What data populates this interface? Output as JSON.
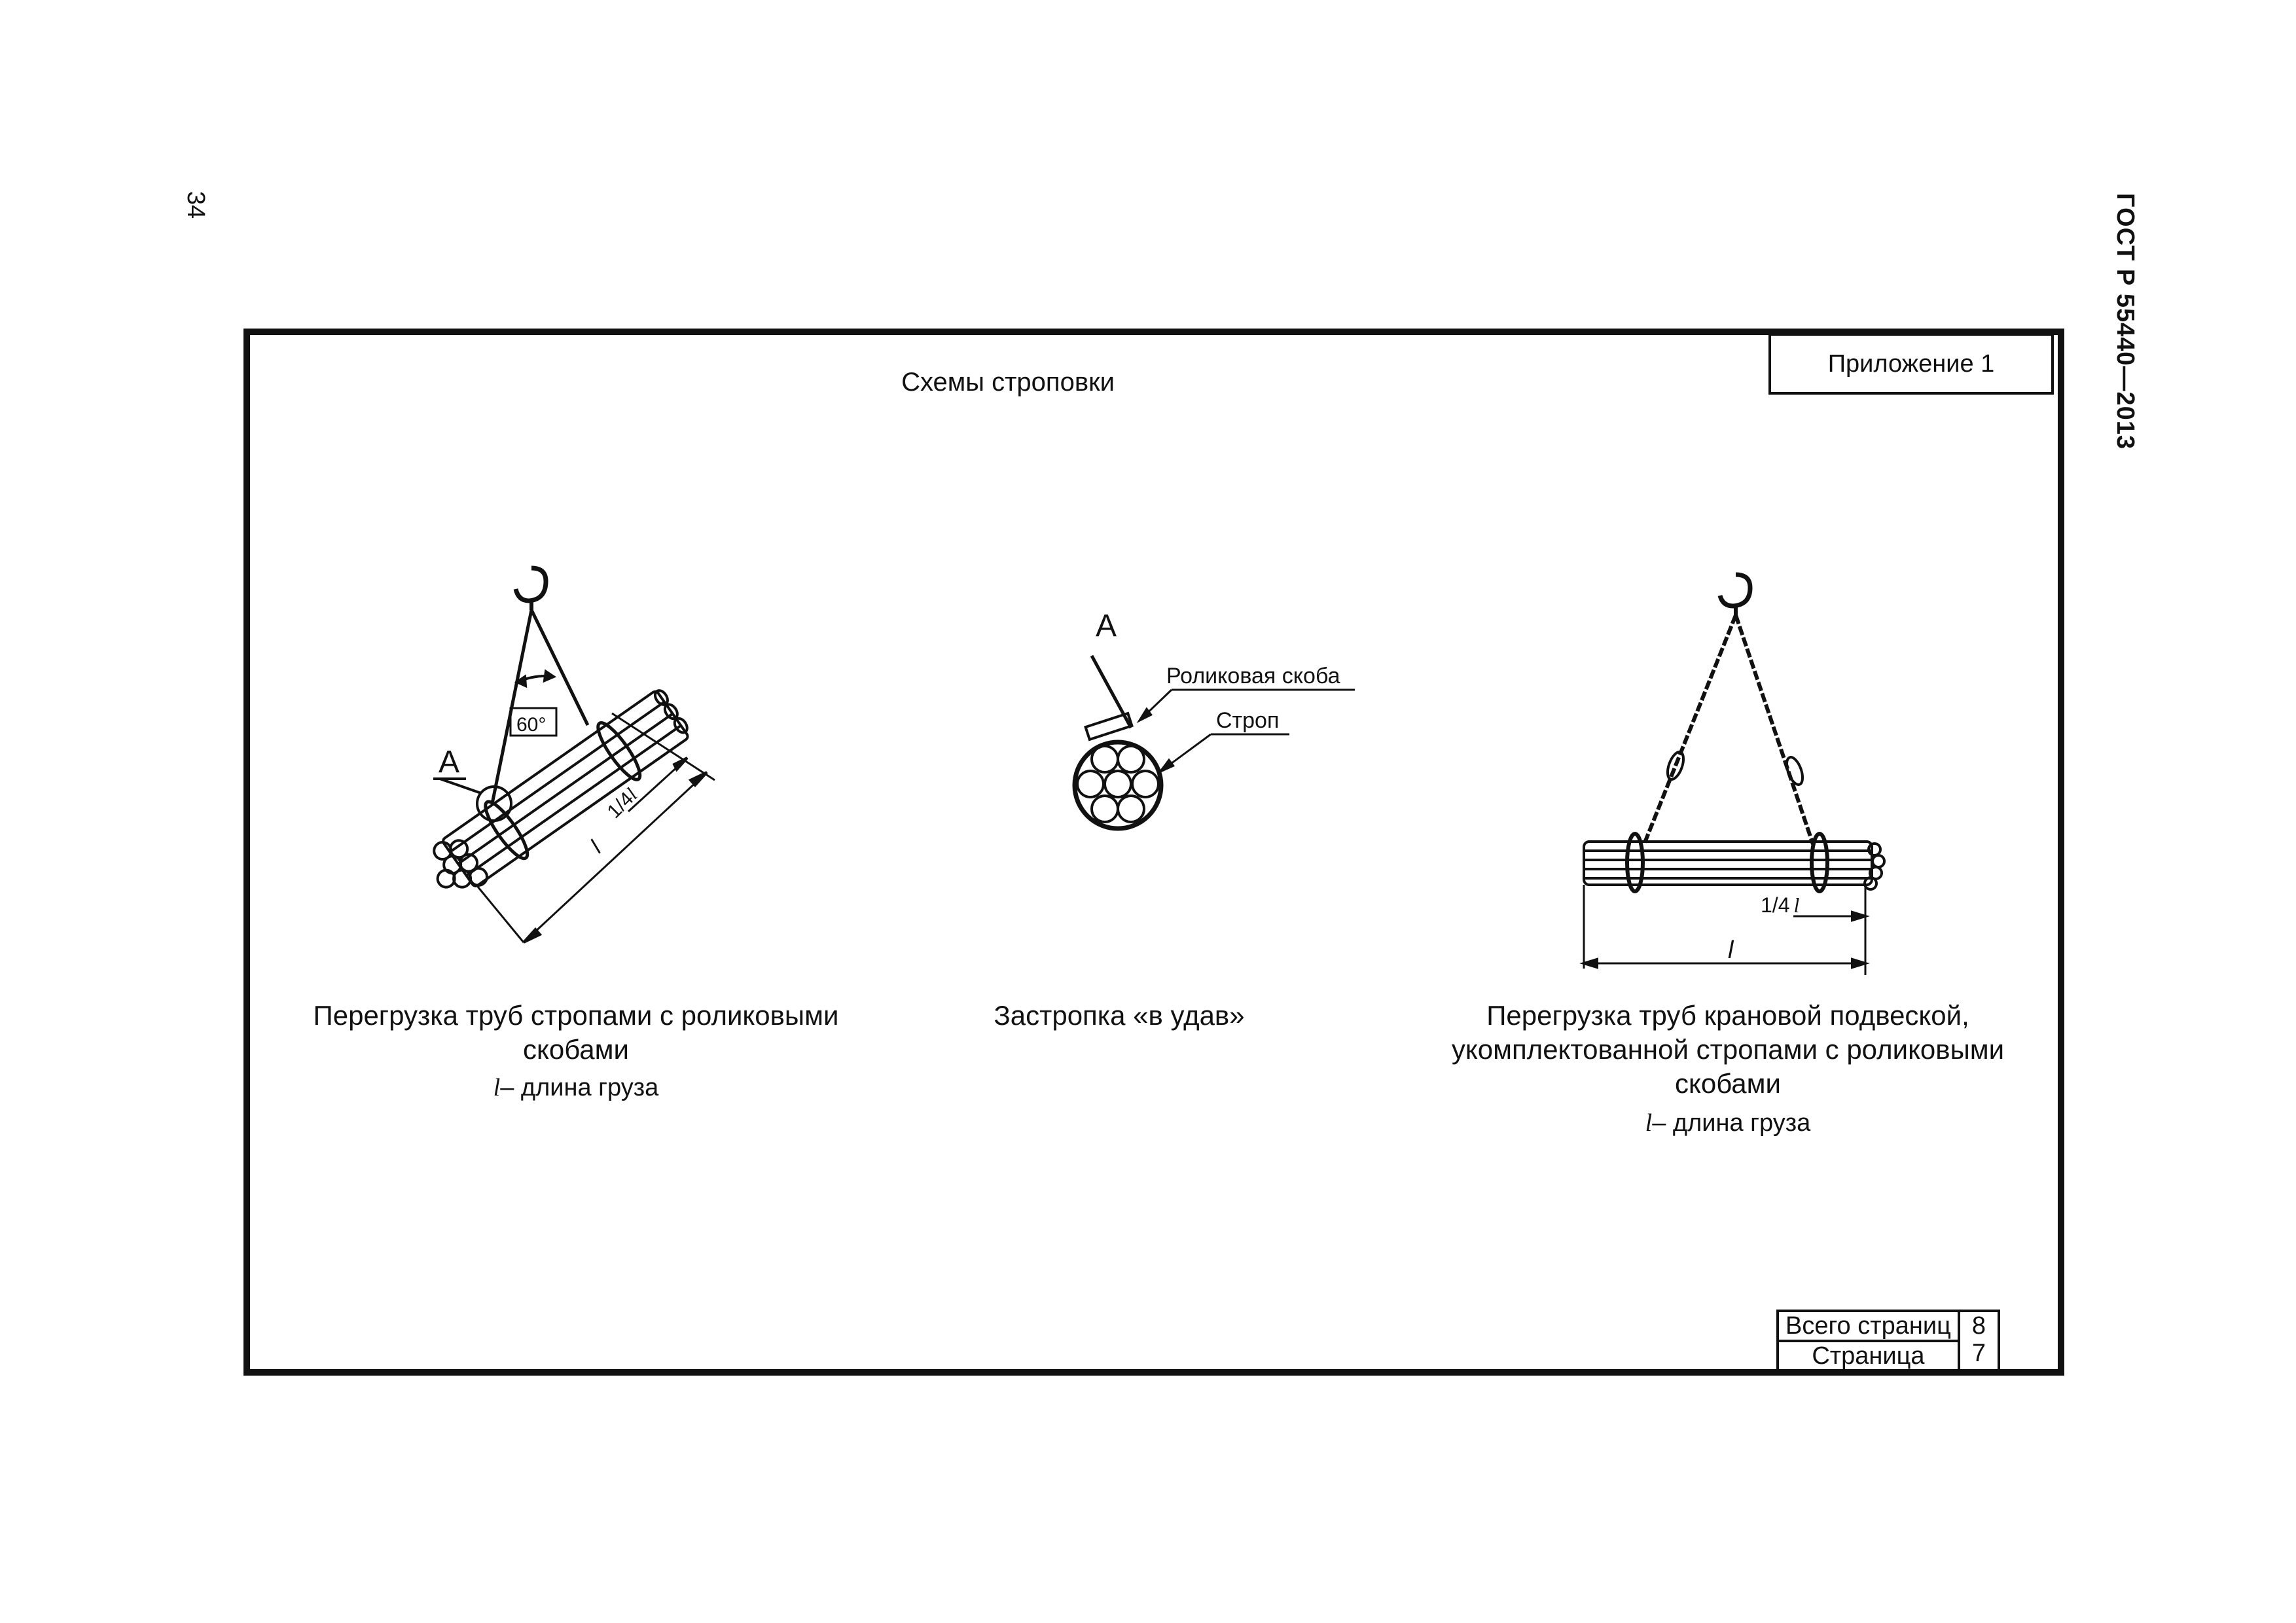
{
  "page_number": "34",
  "doc_code": "ГОСТ Р 55440—2013",
  "appendix": "Приложение 1",
  "title": "Схемы строповки",
  "figure1": {
    "angle": "60°",
    "marker": "A",
    "quarter_label": "1/4",
    "length_symbol": "l",
    "caption": "Перегрузка труб стропами с роликовыми скобами",
    "legend_rest": "– длина груза"
  },
  "figure2": {
    "marker": "А",
    "callout_bracket": "Роликовая скоба",
    "callout_sling": "Строп",
    "caption": "Застропка «в удав»"
  },
  "figure3": {
    "quarter_label": "1/4",
    "length_symbol": "l",
    "caption": "Перегрузка труб крановой подвеской, укомплектованной стропами с роликовыми скобами",
    "legend_rest": "– длина груза"
  },
  "pages_table": {
    "total_label": "Всего страниц",
    "total_value": "8",
    "page_label": "Страница",
    "page_value": "7"
  }
}
